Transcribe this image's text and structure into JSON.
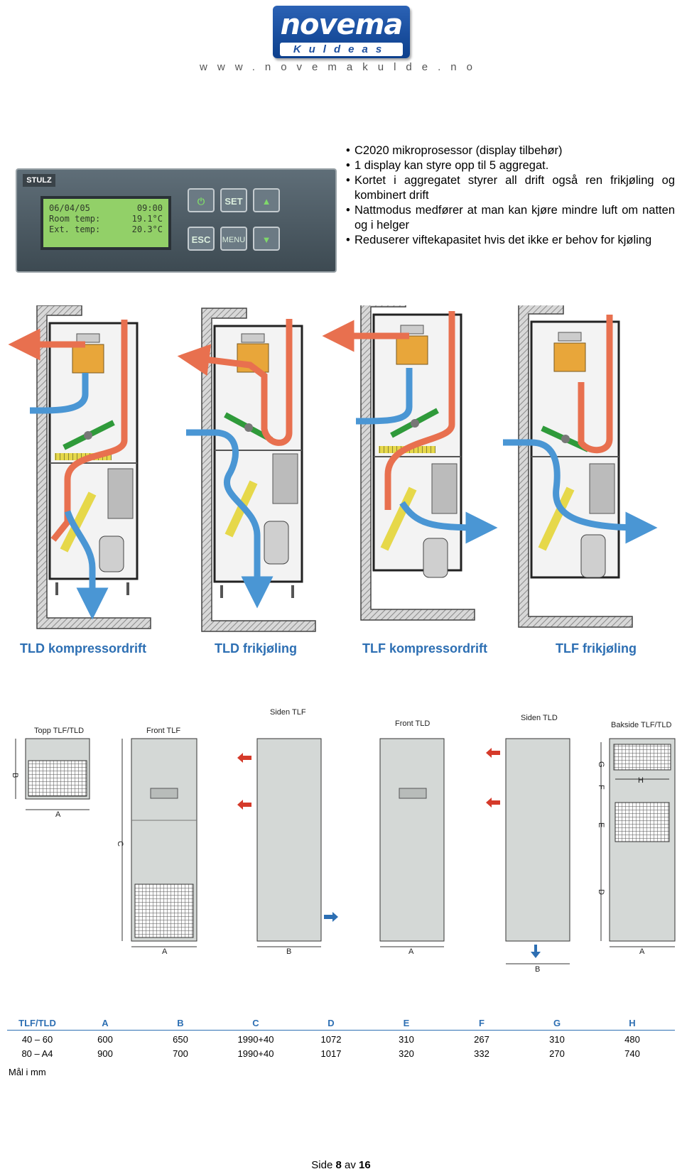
{
  "logo": {
    "wordmark": "novema",
    "sub": "Kuldeas",
    "url": "www.novemakulde.no"
  },
  "controller": {
    "brand": "STULZ",
    "lcd": [
      {
        "left": "06/04/05",
        "right": "09:00"
      },
      {
        "left": "Room temp:",
        "right": "19.1°C"
      },
      {
        "left": "Ext. temp:",
        "right": "20.3°C"
      }
    ],
    "buttons": {
      "power": "⏻",
      "set": "SET",
      "up": "▲",
      "esc": "ESC",
      "menu": "MENU",
      "down": "▼"
    }
  },
  "bullets": [
    "C2020 mikroprosessor (display tilbehør)",
    "1 display kan styre opp til 5 aggregat.",
    "Kortet i aggregatet styrer all drift også ren frikjøling og kombinert drift",
    "Nattmodus medfører at man kan kjøre mindre luft om natten og i helger",
    "Reduserer viftekapasitet hvis det ikke er behov for kjøling"
  ],
  "captions": [
    "TLD kompressordrift",
    "TLD frikjøling",
    "TLF kompressordrift",
    "TLF frikjøling"
  ],
  "drawing_labels": {
    "views": [
      "Topp TLF/TLD",
      "Front TLF",
      "Siden TLF",
      "Front TLD",
      "Siden TLD",
      "Bakside TLF/TLD"
    ],
    "dims": [
      "A",
      "B",
      "C",
      "D",
      "E",
      "F",
      "G",
      "H"
    ]
  },
  "colors": {
    "supply_air": "#e8704f",
    "return_air": "#4a96d4",
    "caption": "#2d6fb3",
    "logo": "#1d4f9f"
  },
  "table": {
    "headers": [
      "TLF/TLD",
      "A",
      "B",
      "C",
      "D",
      "E",
      "F",
      "G",
      "H"
    ],
    "rows": [
      [
        "40 – 60",
        "600",
        "650",
        "1990+40",
        "1072",
        "310",
        "267",
        "310",
        "480"
      ],
      [
        "80 – A4",
        "900",
        "700",
        "1990+40",
        "1017",
        "320",
        "332",
        "270",
        "740"
      ]
    ]
  },
  "unit_note": "Mål i mm",
  "footer": {
    "prefix": "Side",
    "page": "8",
    "sep": "av",
    "total": "16"
  }
}
